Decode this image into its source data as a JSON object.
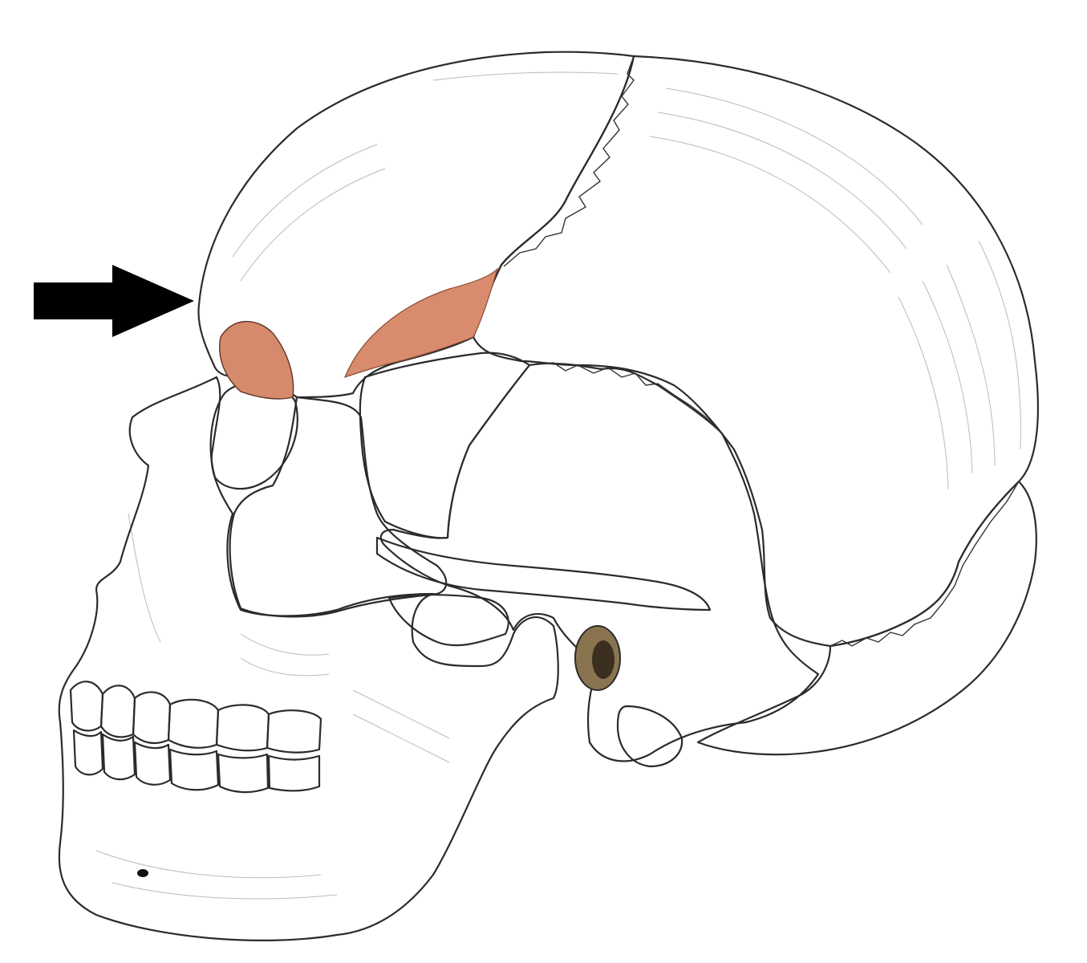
{
  "figure": {
    "subject": "skull-lateral-view",
    "pointer": "arrow-right-icon"
  },
  "regions": [
    {
      "name": "frontal-bone",
      "color": "#f2b99a"
    },
    {
      "name": "parietal-bone",
      "color": "#cfd2d6"
    },
    {
      "name": "sphenoid-bone",
      "color": "#9fcfe3"
    },
    {
      "name": "temporal-bone",
      "color": "#e3cf9a"
    },
    {
      "name": "occipital-bone",
      "color": "#f3ecb4"
    },
    {
      "name": "facial-skeleton",
      "color": "#ffffff"
    }
  ]
}
